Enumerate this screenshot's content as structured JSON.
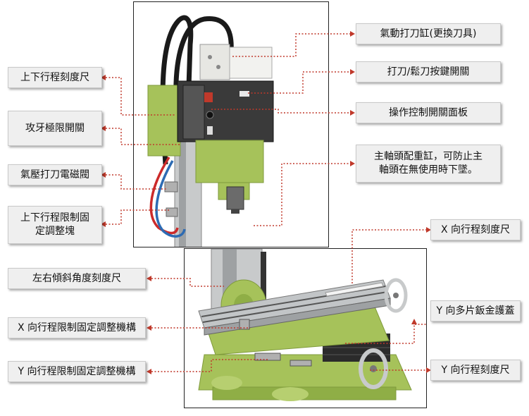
{
  "callouts": [
    {
      "id": "tool-change-cylinder",
      "text": "氣動打刀缸(更換刀具)"
    },
    {
      "id": "vertical-travel-scale",
      "text": "上下行程刻度尺"
    },
    {
      "id": "tool-release-switch",
      "text": "打刀/鬆刀按鍵開關"
    },
    {
      "id": "tapping-limit-switch",
      "text": "攻牙極限開關"
    },
    {
      "id": "control-panel",
      "text": "操作控制開關面板"
    },
    {
      "id": "solenoid-valve",
      "text": "氣壓打刀電磁閥"
    },
    {
      "id": "counterweight-cylinder",
      "text": "主軸頭配重缸，可防止主軸頭在無使用時下墜。"
    },
    {
      "id": "vertical-limit-block",
      "text": "上下行程限制固定調整塊"
    },
    {
      "id": "x-travel-scale",
      "text": "X 向行程刻度尺"
    },
    {
      "id": "tilt-angle-scale",
      "text": "左右傾斜角度刻度尺"
    },
    {
      "id": "y-sheet-metal-cover",
      "text": "Y 向多片鈑金護蓋"
    },
    {
      "id": "x-limit-mechanism",
      "text": "X 向行程限制固定調整機構"
    },
    {
      "id": "y-limit-mechanism",
      "text": "Y 向行程限制固定調整機構"
    },
    {
      "id": "y-travel-scale",
      "text": "Y 向行程刻度尺"
    }
  ],
  "colors": {
    "machine_green": "#a6c25a",
    "machine_green_dark": "#7f9a3c",
    "control_box": "#3a3a3a",
    "steel": "#b9bcbe",
    "connector_red": "#c0392b",
    "hose_red": "#cc2a2a",
    "hose_blue": "#2d6bb3",
    "cable_black": "#1a1a1a"
  }
}
